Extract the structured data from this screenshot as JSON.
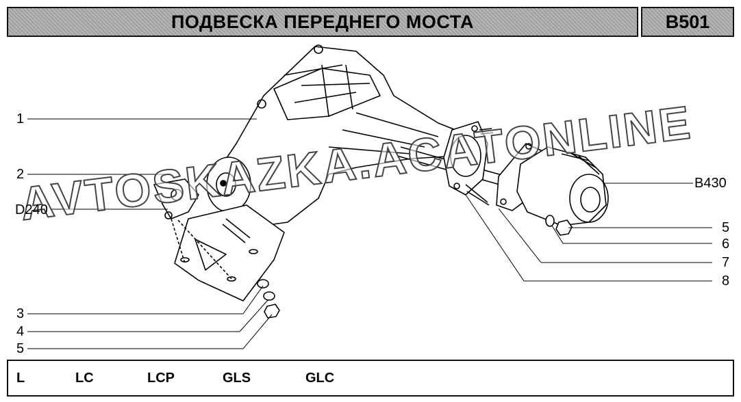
{
  "header": {
    "title": "ПОДВЕСКА ПЕРЕДНЕГО МОСТА",
    "code": "B501"
  },
  "watermark": "AVTOSKAZKA.ACATONLINE",
  "callouts": {
    "c1": "1",
    "c2": "2",
    "d240": "D240",
    "c3": "3",
    "c4": "4",
    "c5a": "5",
    "b430": "B430",
    "c5b": "5",
    "c6": "6",
    "c7": "7",
    "c8": "8"
  },
  "footer": {
    "versions": [
      "L",
      "LC",
      "LCP",
      "GLS",
      "GLC"
    ]
  }
}
